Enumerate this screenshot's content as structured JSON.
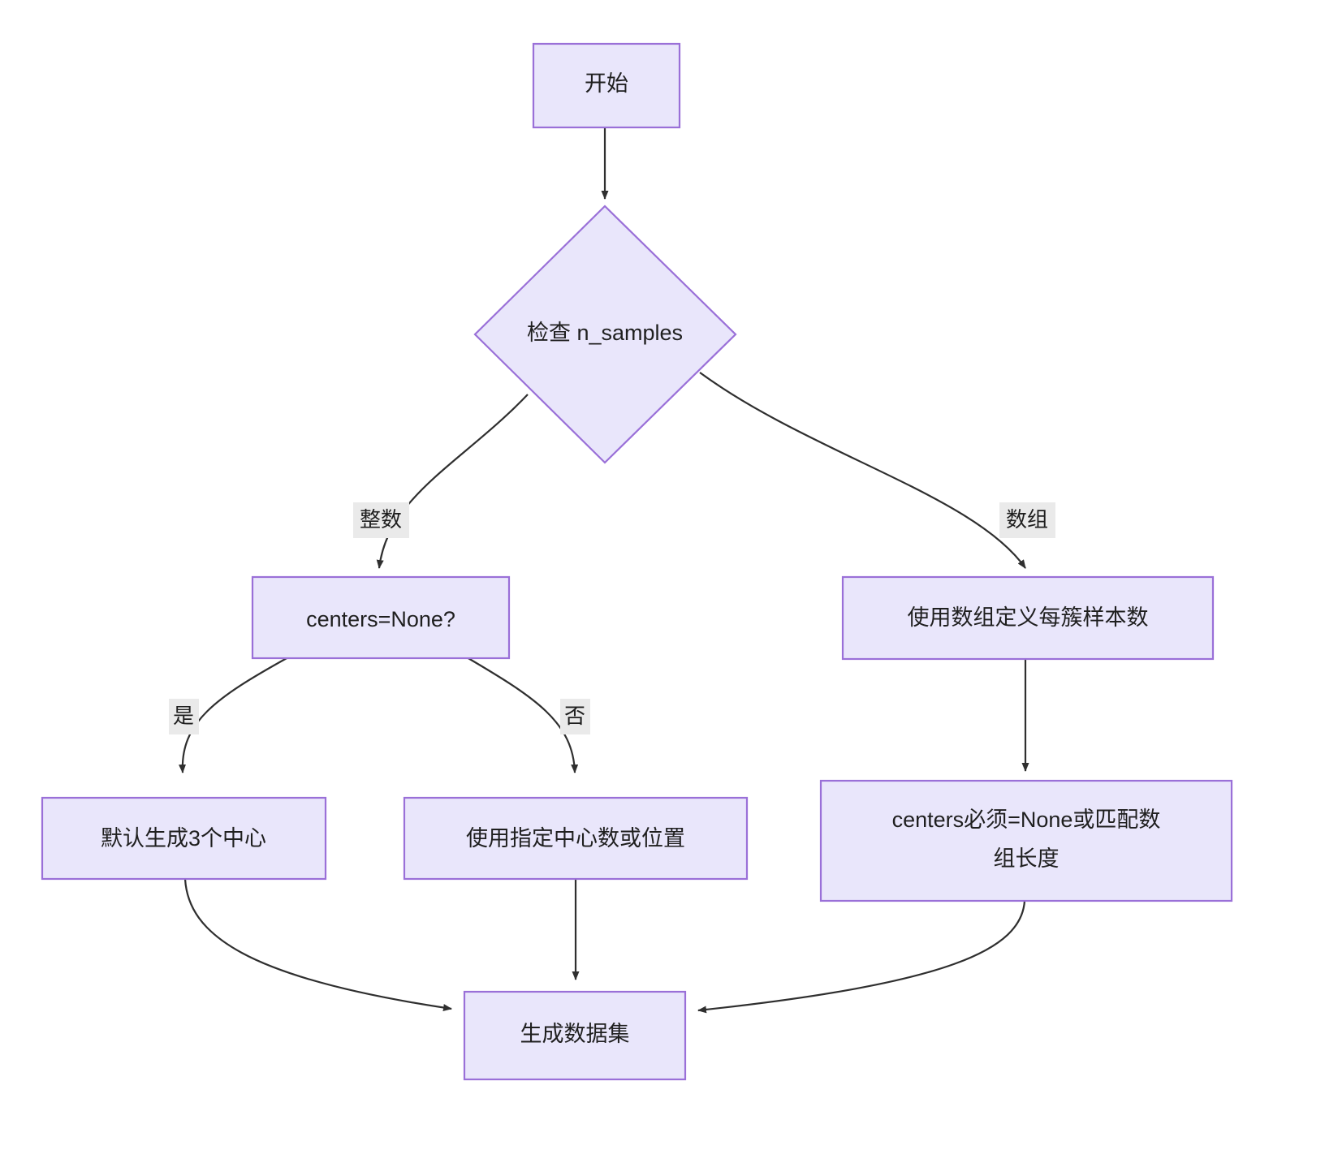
{
  "diagram": {
    "type": "flowchart",
    "direction": "top-down",
    "theme": {
      "node_fill": "#e9e6fb",
      "node_stroke": "#9a70d8",
      "edge_stroke": "#2f2f2f",
      "edge_label_bg": "#eaeaea",
      "text_color": "#1f1f1f",
      "canvas_bg": "#ffffff"
    },
    "nodes": [
      {
        "id": "start",
        "shape": "rect",
        "label": "开始"
      },
      {
        "id": "check",
        "shape": "diamond",
        "label": "检查 n_samples"
      },
      {
        "id": "centers_none",
        "shape": "rect",
        "label": "centers=None?"
      },
      {
        "id": "array_def",
        "shape": "rect",
        "label": "使用数组定义每簇样本数"
      },
      {
        "id": "default3",
        "shape": "rect",
        "label": "默认生成3个中心"
      },
      {
        "id": "specified",
        "shape": "rect",
        "label": "使用指定中心数或位置"
      },
      {
        "id": "must_match",
        "shape": "rect",
        "label_line1": "centers必须=None或匹配数",
        "label_line2": "组长度"
      },
      {
        "id": "generate",
        "shape": "rect",
        "label": "生成数据集"
      }
    ],
    "edges": [
      {
        "from": "start",
        "to": "check",
        "label": ""
      },
      {
        "from": "check",
        "to": "centers_none",
        "label": "整数"
      },
      {
        "from": "check",
        "to": "array_def",
        "label": "数组"
      },
      {
        "from": "centers_none",
        "to": "default3",
        "label": "是"
      },
      {
        "from": "centers_none",
        "to": "specified",
        "label": "否"
      },
      {
        "from": "array_def",
        "to": "must_match",
        "label": ""
      },
      {
        "from": "default3",
        "to": "generate",
        "label": ""
      },
      {
        "from": "specified",
        "to": "generate",
        "label": ""
      },
      {
        "from": "must_match",
        "to": "generate",
        "label": ""
      }
    ]
  }
}
